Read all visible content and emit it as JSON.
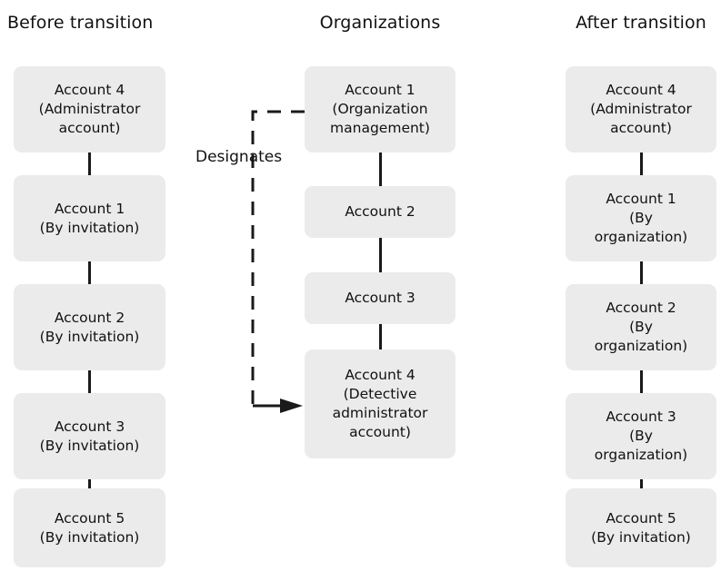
{
  "diagram": {
    "type": "flow-diagram",
    "background_color": "#ffffff",
    "node_fill_color": "#ebebeb",
    "line_color": "#1a1a1a",
    "text_color": "#111111",
    "columns": [
      {
        "id": "before-transition",
        "title": "Before transition",
        "nodes": [
          {
            "id": "before-account-4",
            "label": "Account 4\n(Administrator\naccount)"
          },
          {
            "id": "before-account-1",
            "label": "Account 1\n(By invitation)"
          },
          {
            "id": "before-account-2",
            "label": "Account 2\n(By invitation)"
          },
          {
            "id": "before-account-3",
            "label": "Account 3\n(By invitation)"
          },
          {
            "id": "before-account-5",
            "label": "Account 5\n(By invitation)"
          }
        ]
      },
      {
        "id": "organizations",
        "title": "Organizations",
        "nodes": [
          {
            "id": "org-account-1",
            "label": "Account 1\n(Organization\nmanagement)"
          },
          {
            "id": "org-account-2",
            "label": "Account 2"
          },
          {
            "id": "org-account-3",
            "label": "Account 3"
          },
          {
            "id": "org-account-4",
            "label": "Account 4\n(Detective\nadministrator\naccount)"
          }
        ]
      },
      {
        "id": "after-transition",
        "title": "After transition",
        "nodes": [
          {
            "id": "after-account-4",
            "label": "Account 4\n(Administrator\naccount)"
          },
          {
            "id": "after-account-1",
            "label": "Account 1\n(By\norganization)"
          },
          {
            "id": "after-account-2",
            "label": "Account 2\n(By\norganization)"
          },
          {
            "id": "after-account-3",
            "label": "Account 3\n(By\norganization)"
          },
          {
            "id": "after-account-5",
            "label": "Account 5\n(By invitation)"
          }
        ]
      }
    ],
    "edges": {
      "designates": {
        "label": "Designates",
        "style": "dashed",
        "arrowhead": "filled-triangle",
        "from": "org-account-1",
        "to": "org-account-4"
      }
    }
  }
}
